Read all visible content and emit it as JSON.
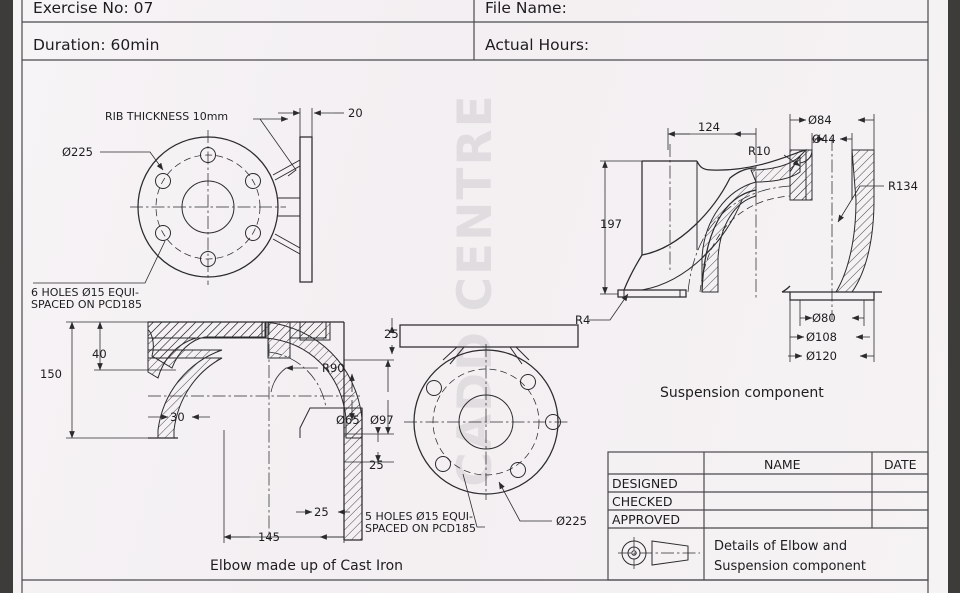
{
  "sheet": {
    "header": {
      "exercise_label": "Exercise No: 07",
      "duration_label": "Duration: 60min",
      "file_name_label": "File Name:",
      "actual_hours_label": "Actual Hours:"
    },
    "watermark": "CADD CENTRE"
  },
  "views": {
    "elbow_front": {
      "caption": "Elbow made up of Cast Iron",
      "annotations": {
        "rib_thickness": "RIB THICKNESS 10mm",
        "outer_dia": "Ø225",
        "holes_note_line1": "6 HOLES Ø15 EQUI-",
        "holes_note_line2": "SPACED ON PCD185",
        "plate_thickness": "20"
      }
    },
    "elbow_section": {
      "dims": {
        "height_150": "150",
        "offset_40": "40",
        "radius_90": "R90",
        "bore_65": "Ø65",
        "bore_97": "Ø97",
        "wall_30": "30",
        "flange_25a": "25",
        "flange_25b": "25",
        "length_145": "145"
      }
    },
    "elbow_side": {
      "dims": {
        "plate_25": "25",
        "outer_dia": "Ø225",
        "holes_note_line1": "5 HOLES Ø15 EQUI-",
        "holes_note_line2": "SPACED ON PCD185"
      }
    },
    "suspension": {
      "caption": "Suspension component",
      "dims": {
        "width_124": "124",
        "height_197": "197",
        "radius_10": "R10",
        "radius_4": "R4",
        "radius_134": "R134",
        "dia_84": "Ø84",
        "dia_44": "Ø44",
        "dia_80": "Ø80",
        "dia_108": "Ø108",
        "dia_120": "Ø120"
      }
    }
  },
  "title_block": {
    "col_headers": [
      "",
      "NAME",
      "DATE"
    ],
    "rows": [
      {
        "role": "DESIGNED",
        "name": "",
        "date": ""
      },
      {
        "role": "CHECKED",
        "name": "",
        "date": ""
      },
      {
        "role": "APPROVED",
        "name": "",
        "date": ""
      }
    ],
    "projection_symbol": "first-angle-projection",
    "title_line1": "Details of Elbow and",
    "title_line2": "Suspension component"
  },
  "colors": {
    "paper": "#f4f1f3",
    "ink": "#1d1d1f",
    "line": "#2b2b2d",
    "scan_edge": "#3d3c3a"
  }
}
